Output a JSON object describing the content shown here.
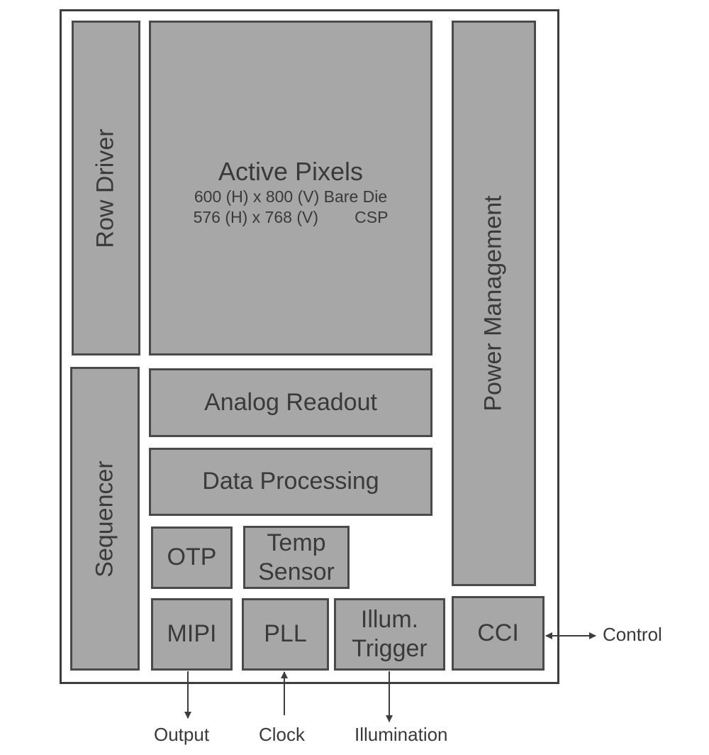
{
  "blocks": {
    "row_driver": "Row Driver",
    "active_pixels": {
      "title": "Active Pixels",
      "line1": "600 (H) x 800 (V) Bare Die",
      "line2": "576 (H) x 768 (V)        CSP"
    },
    "power_management": "Power Management",
    "sequencer": "Sequencer",
    "analog_readout": "Analog Readout",
    "data_processing": "Data Processing",
    "otp": "OTP",
    "temp_sensor": "Temp Sensor",
    "mipi": "MIPI",
    "pll": "PLL",
    "illum_trigger": "Illum. Trigger",
    "cci": "CCI"
  },
  "signals": {
    "output": "Output",
    "clock": "Clock",
    "illumination": "Illumination",
    "control": "Control"
  },
  "colors": {
    "block_fill": "#a7a7a7",
    "block_border": "#4a4a4a",
    "chip_border": "#3d3d3d",
    "text": "#3a3a3a"
  }
}
